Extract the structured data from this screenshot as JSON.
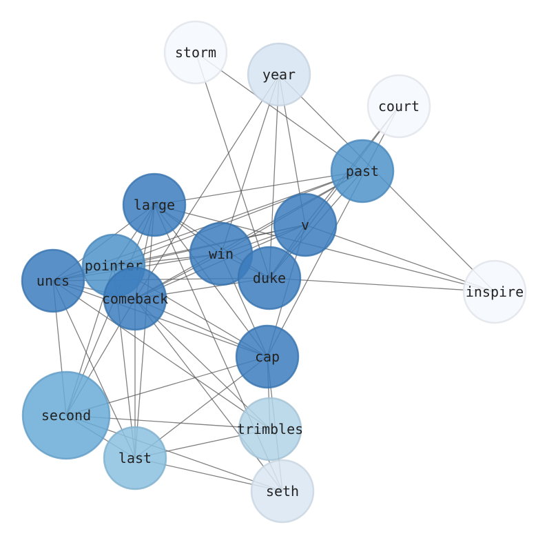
{
  "nodes": [
    {
      "id": "storm",
      "label": "storm",
      "color": "#f4f8fd"
    },
    {
      "id": "year",
      "label": "year",
      "color": "#d6e4f2"
    },
    {
      "id": "court",
      "label": "court",
      "color": "#f4f8fd"
    },
    {
      "id": "past",
      "label": "past",
      "color": "#4f93ca"
    },
    {
      "id": "large",
      "label": "large",
      "color": "#3c7dbd"
    },
    {
      "id": "v",
      "label": "v",
      "color": "#3c7dbd"
    },
    {
      "id": "win",
      "label": "win",
      "color": "#3c7dbd"
    },
    {
      "id": "pointer",
      "label": "pointer",
      "color": "#4f93ca"
    },
    {
      "id": "uncs",
      "label": "uncs",
      "color": "#3c7dbd"
    },
    {
      "id": "duke",
      "label": "duke",
      "color": "#3c7dbd"
    },
    {
      "id": "comeback",
      "label": "comeback",
      "color": "#3c7dbd"
    },
    {
      "id": "inspire",
      "label": "inspire",
      "color": "#f4f8fd"
    },
    {
      "id": "cap",
      "label": "cap",
      "color": "#3c7dbd"
    },
    {
      "id": "second",
      "label": "second",
      "color": "#6aaad6"
    },
    {
      "id": "trimbles",
      "label": "trimbles",
      "color": "#b2d3e8"
    },
    {
      "id": "last",
      "label": "last",
      "color": "#8bbfdf"
    },
    {
      "id": "seth",
      "label": "seth",
      "color": "#d9e6f3"
    }
  ],
  "edges": [
    [
      "storm",
      "duke"
    ],
    [
      "storm",
      "past"
    ],
    [
      "year",
      "comeback"
    ],
    [
      "year",
      "win"
    ],
    [
      "year",
      "duke"
    ],
    [
      "year",
      "v"
    ],
    [
      "year",
      "inspire"
    ],
    [
      "court",
      "v"
    ],
    [
      "court",
      "duke"
    ],
    [
      "court",
      "cap"
    ],
    [
      "past",
      "large"
    ],
    [
      "past",
      "comeback"
    ],
    [
      "past",
      "uncs"
    ],
    [
      "past",
      "win"
    ],
    [
      "past",
      "duke"
    ],
    [
      "past",
      "pointer"
    ],
    [
      "large",
      "uncs"
    ],
    [
      "large",
      "pointer"
    ],
    [
      "large",
      "comeback"
    ],
    [
      "large",
      "win"
    ],
    [
      "large",
      "duke"
    ],
    [
      "large",
      "cap"
    ],
    [
      "large",
      "second"
    ],
    [
      "large",
      "last"
    ],
    [
      "large",
      "seth"
    ],
    [
      "large",
      "inspire"
    ],
    [
      "v",
      "uncs"
    ],
    [
      "v",
      "pointer"
    ],
    [
      "v",
      "comeback"
    ],
    [
      "v",
      "win"
    ],
    [
      "v",
      "duke"
    ],
    [
      "v",
      "cap"
    ],
    [
      "v",
      "inspire"
    ],
    [
      "win",
      "uncs"
    ],
    [
      "win",
      "pointer"
    ],
    [
      "win",
      "comeback"
    ],
    [
      "win",
      "duke"
    ],
    [
      "win",
      "cap"
    ],
    [
      "duke",
      "uncs"
    ],
    [
      "duke",
      "comeback"
    ],
    [
      "duke",
      "inspire"
    ],
    [
      "uncs",
      "cap"
    ],
    [
      "uncs",
      "trimbles"
    ],
    [
      "uncs",
      "last"
    ],
    [
      "uncs",
      "second"
    ],
    [
      "uncs",
      "comeback"
    ],
    [
      "comeback",
      "cap"
    ],
    [
      "comeback",
      "seth"
    ],
    [
      "comeback",
      "trimbles"
    ],
    [
      "comeback",
      "second"
    ],
    [
      "comeback",
      "last"
    ],
    [
      "pointer",
      "cap"
    ],
    [
      "pointer",
      "second"
    ],
    [
      "pointer",
      "last"
    ],
    [
      "cap",
      "second"
    ],
    [
      "cap",
      "last"
    ],
    [
      "cap",
      "trimbles"
    ],
    [
      "cap",
      "seth"
    ],
    [
      "second",
      "trimbles"
    ],
    [
      "second",
      "last"
    ],
    [
      "second",
      "seth"
    ],
    [
      "last",
      "trimbles"
    ],
    [
      "last",
      "seth"
    ]
  ]
}
